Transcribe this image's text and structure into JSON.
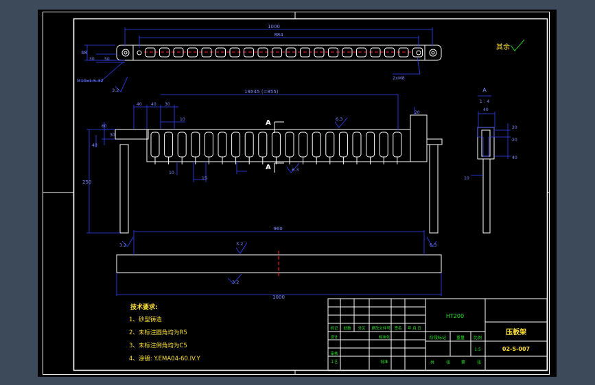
{
  "dimensions": {
    "overall_top": "1000",
    "hole_pitch_top": "884",
    "plate_height": "48",
    "left_off_a": "30",
    "left_off_b": "50",
    "thread_note": "M10x1.5-32",
    "holes_note": "2xM8",
    "rough_a": "3.2",
    "slot_pitch": "19X45 (=855)",
    "pitch_a": "40",
    "pitch_b": "40",
    "pitch_c": "30",
    "left_h1": "60",
    "left_h2": "30",
    "left_h3": "40",
    "height_total": "250",
    "slot_w": "10",
    "slot_d1": "10",
    "slot_d2": "15",
    "right_tab": "20",
    "rough_b": "6.3",
    "rough_c": "6.3",
    "len_960": "960",
    "len_1000": "1000",
    "rough_d": "3.2",
    "rough_e": "3.2",
    "rough_f": "6.3",
    "rough_g": "3.2",
    "section_h1": "20",
    "section_h2": "20",
    "section_h3": "40",
    "section_base": "10",
    "section_top": "40"
  },
  "labels": {
    "section_mark_top": "A",
    "section_mark_bottom": "A",
    "section_view_name": "A",
    "section_view_scale": "1 : 4",
    "remaining_rough": "其余"
  },
  "tech": {
    "title": "技术要求:",
    "item1": "1、砂型铸造",
    "item2": "2、未标注圆角均为R5",
    "item3": "3、未标注倒角均为C5",
    "item4": "4、涂镀: Y.EMA04-60.IV.Y"
  },
  "title_block": {
    "material": "HT200",
    "part_name": "压板架",
    "drawing_no": "02-S-007",
    "scale_value": "1:5",
    "h_mark": "标记",
    "h_count": "处数",
    "h_zone": "分区",
    "h_doc": "更改文件号",
    "h_sign": "签名",
    "h_date": "年.月.日",
    "r_design": "设计",
    "r_std": "标准化",
    "r_check": "审核",
    "r_process": "工艺",
    "r_approve": "批准",
    "c_stage": "阶段标记",
    "c_weight": "重量",
    "c_scale": "比例",
    "f_total": "共",
    "f_sheet": "张",
    "f_no": "第",
    "f_sheet2": "张"
  }
}
